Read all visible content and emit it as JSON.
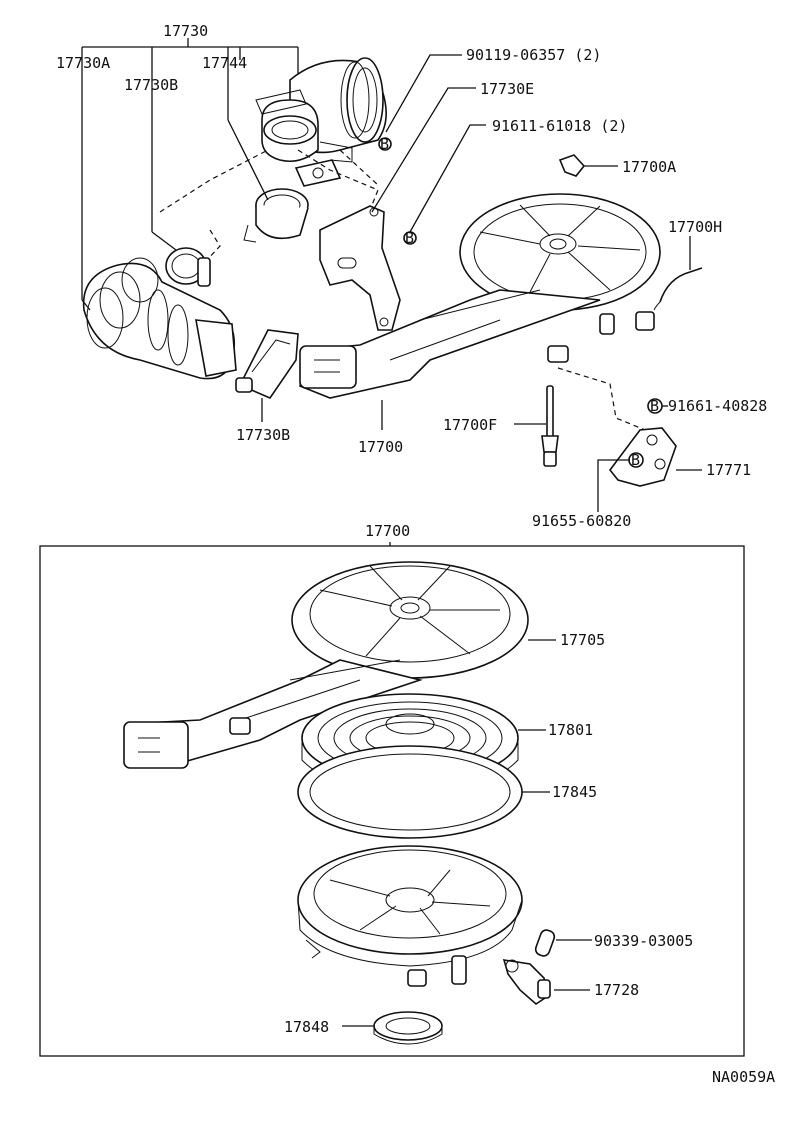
{
  "labels": {
    "p17730": "17730",
    "p17730A": "17730A",
    "p17730B_top": "17730B",
    "p17744": "17744",
    "p90119": "90119-06357 (2)",
    "p17730E": "17730E",
    "p91611": "91611-61018 (2)",
    "p17700A": "17700A",
    "p17700H": "17700H",
    "p17730B_bottom": "17730B",
    "p17700_top": "17700",
    "p17700F": "17700F",
    "p91661": "91661-40828",
    "p17771": "17771",
    "p91655": "91655-60820",
    "p17700_box": "17700",
    "p17705": "17705",
    "p17801": "17801",
    "p17845": "17845",
    "p90339": "90339-03005",
    "p17728": "17728",
    "p17848": "17848",
    "drawing_code": "NA0059A",
    "marker_b": "B"
  }
}
